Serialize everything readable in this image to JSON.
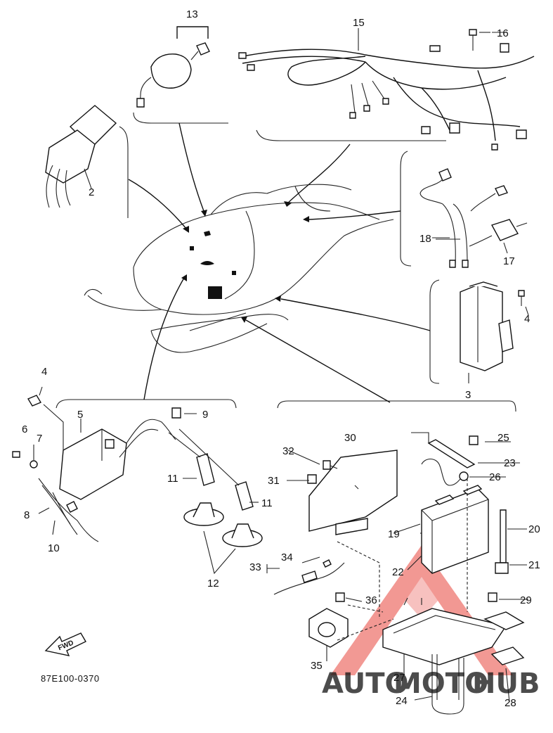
{
  "diagram": {
    "code": "87E100-0370",
    "fwd_label": "FWD",
    "callouts": [
      {
        "key": "c13",
        "text": "13"
      },
      {
        "key": "c15",
        "text": "15"
      },
      {
        "key": "c16",
        "text": "16"
      },
      {
        "key": "c2",
        "text": "2"
      },
      {
        "key": "c18",
        "text": "18"
      },
      {
        "key": "c17",
        "text": "17"
      },
      {
        "key": "c4a",
        "text": "4"
      },
      {
        "key": "c3",
        "text": "3"
      },
      {
        "key": "c4b",
        "text": "4"
      },
      {
        "key": "c5",
        "text": "5"
      },
      {
        "key": "c9",
        "text": "9"
      },
      {
        "key": "c6",
        "text": "6"
      },
      {
        "key": "c7",
        "text": "7"
      },
      {
        "key": "c8",
        "text": "8"
      },
      {
        "key": "c10",
        "text": "10"
      },
      {
        "key": "c11a",
        "text": "11"
      },
      {
        "key": "c11b",
        "text": "11"
      },
      {
        "key": "c12",
        "text": "12"
      },
      {
        "key": "c30",
        "text": "30"
      },
      {
        "key": "c32",
        "text": "32"
      },
      {
        "key": "c31",
        "text": "31"
      },
      {
        "key": "c25",
        "text": "25"
      },
      {
        "key": "c23",
        "text": "23"
      },
      {
        "key": "c26",
        "text": "26"
      },
      {
        "key": "c19",
        "text": "19"
      },
      {
        "key": "c20",
        "text": "20"
      },
      {
        "key": "c21",
        "text": "21"
      },
      {
        "key": "c22",
        "text": "22"
      },
      {
        "key": "c33",
        "text": "33"
      },
      {
        "key": "c34",
        "text": "34"
      },
      {
        "key": "c36",
        "text": "36"
      },
      {
        "key": "c29",
        "text": "29"
      },
      {
        "key": "c35",
        "text": "35"
      },
      {
        "key": "c27",
        "text": "27"
      },
      {
        "key": "c24",
        "text": "24"
      },
      {
        "key": "c28",
        "text": "28"
      }
    ]
  },
  "watermark": {
    "part1": "AUTO",
    "part2": "MOTO",
    "part3": "HUB",
    "colors": {
      "orange": "#f5a623",
      "red": "#e8453c",
      "grey": "#8a8a8a"
    }
  }
}
